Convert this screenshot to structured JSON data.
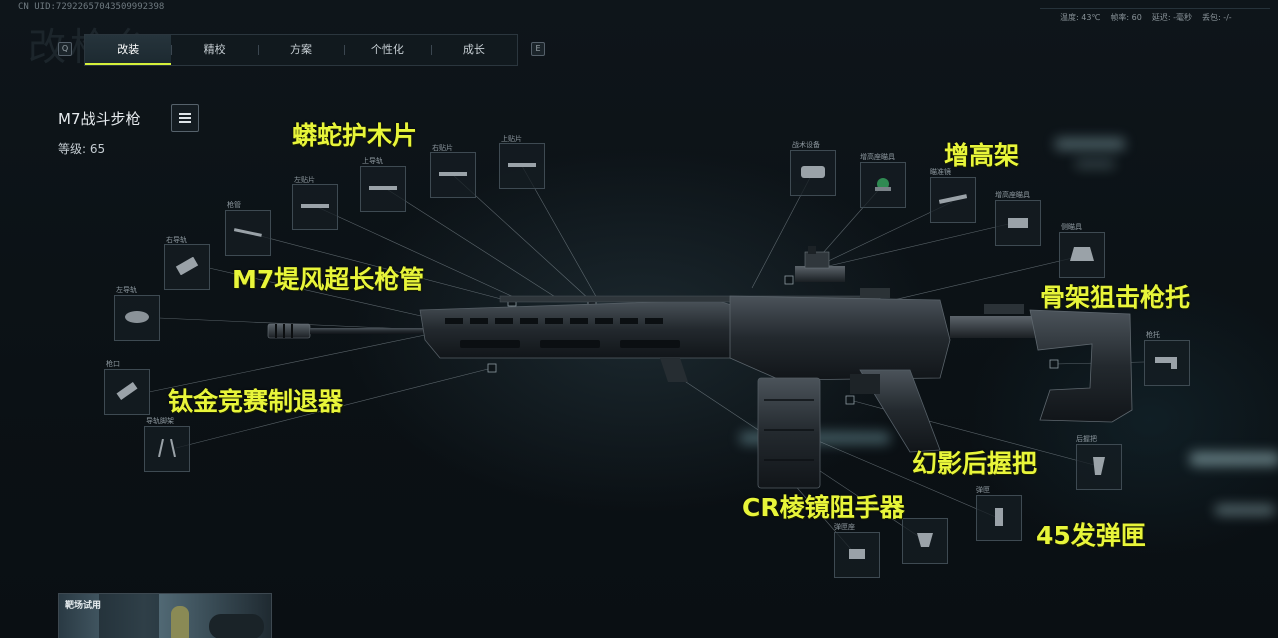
{
  "top": {
    "uid": "CN UID:72922657043509992398",
    "ghost_title": "改枪台"
  },
  "status": {
    "temp": "温度: 43℃",
    "fps": "帧率: 60",
    "latency": "延迟: -毫秒",
    "packet": "丢包: -/-"
  },
  "keys": {
    "left": "Q",
    "right": "E"
  },
  "tabs": [
    {
      "label": "改装",
      "active": true
    },
    {
      "label": "精校",
      "active": false
    },
    {
      "label": "方案",
      "active": false
    },
    {
      "label": "个性化",
      "active": false
    },
    {
      "label": "成长",
      "active": false
    }
  ],
  "weapon": {
    "name": "M7战斗步枪",
    "level": "等级: 65"
  },
  "slots": {
    "right_rail": "右导轨",
    "barrel": "枪管",
    "left_panel": "左贴片",
    "upper_rail": "上导轨",
    "right_panel": "右贴片",
    "top_panel": "上贴片",
    "left_rail": "左导轨",
    "muzzle": "枪口",
    "rail_bipod": "导轨脚架",
    "tactical": "战术设备",
    "riser_optic": "增高座瞄具",
    "scope": "瞄准镜",
    "riser_mount": "增高座瞄具",
    "side_optic": "侧瞄具",
    "stock": "枪托",
    "rear_grip": "后握把",
    "magazine": "弹匣",
    "mag_base": "弹匣座"
  },
  "callouts": {
    "handguard": "蟒蛇护木片",
    "riser": "增高架",
    "barrel": "M7堤风超长枪管",
    "stock": "骨架狙击枪托",
    "muzzle": "钛金竞赛制退器",
    "grip": "幻影后握把",
    "foregrip": "CR棱镜阻手器",
    "magazine": "45发弹匣"
  },
  "range_test": {
    "label": "靶场试用"
  }
}
